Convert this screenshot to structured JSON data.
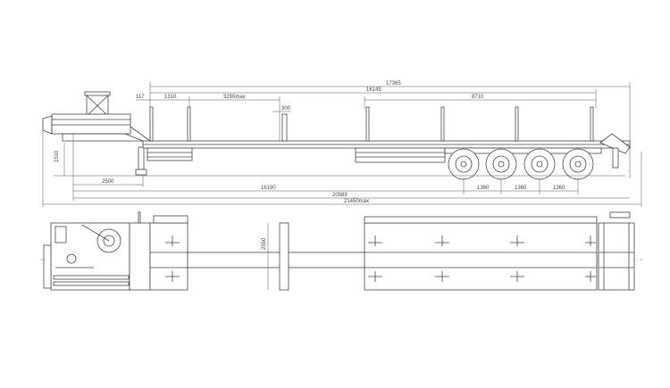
{
  "drawing": {
    "side_view": {
      "overall_length_top": "17365",
      "deck_length": "16145",
      "front_overhang": "117",
      "front_stake_spacing": "1310",
      "extension": "3290max",
      "step": "300",
      "rear_stake_span": "8710",
      "fifth_wheel_height": "1510",
      "kingpin_to_leg": "2500",
      "kingpin_to_axle": "16190",
      "axle_spacing": [
        "1360",
        "1360",
        "1360"
      ],
      "kingpin_to_rear": "20589",
      "overall_length": "21450max"
    },
    "plan_view": {
      "width": "2550"
    }
  }
}
